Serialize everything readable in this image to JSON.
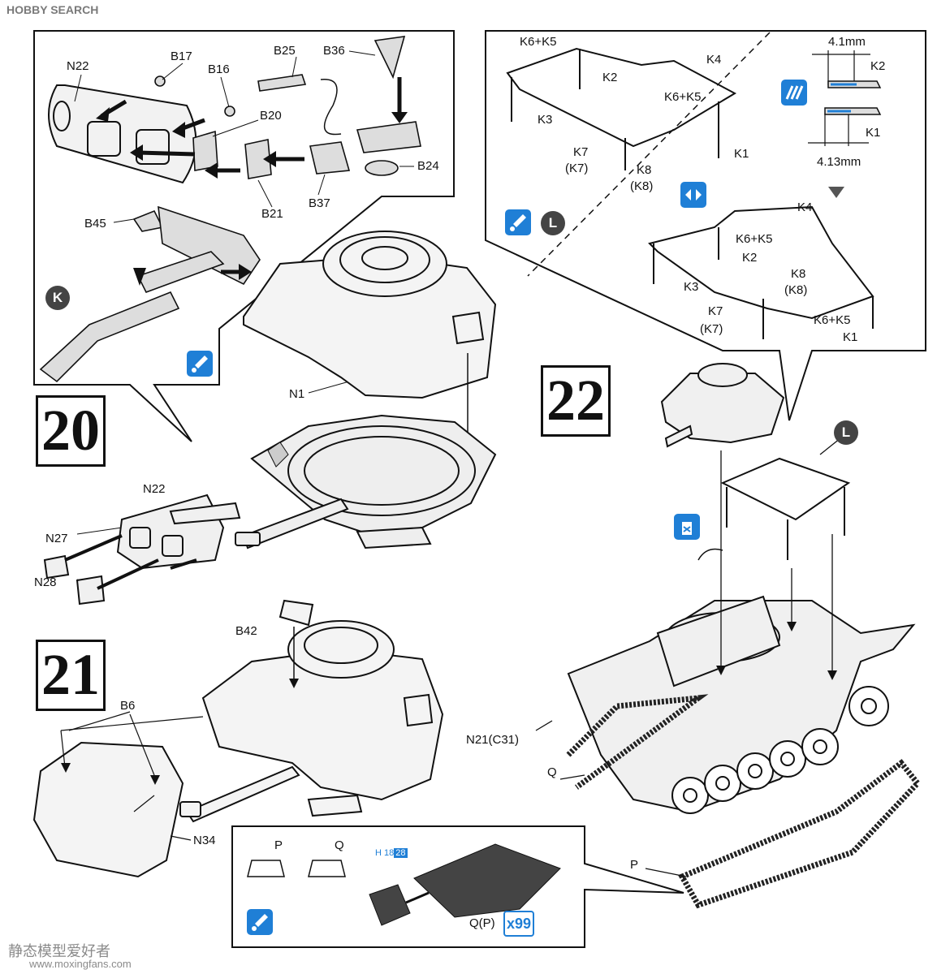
{
  "header": {
    "brand": "HOBBY SEARCH"
  },
  "steps": {
    "s20": "20",
    "s21": "21",
    "s22": "22"
  },
  "labels": {
    "n22_top": "N22",
    "b17": "B17",
    "b16": "B16",
    "b25": "B25",
    "b36": "B36",
    "b20": "B20",
    "b24": "B24",
    "b21": "B21",
    "b37": "B37",
    "b45": "B45",
    "n1": "N1",
    "n22": "N22",
    "n27": "N27",
    "n28": "N28",
    "b42": "B42",
    "b6": "B6",
    "n34": "N34",
    "k6k5_a": "K6+K5",
    "k4_a": "K4",
    "k2_a": "K2",
    "k6k5_b": "K6+K5",
    "k3_a": "K3",
    "k7_a": "K7",
    "k7p_a": "(K7)",
    "k8_a": "K8",
    "k8p_a": "(K8)",
    "k1_a": "K1",
    "dim1": "4.1mm",
    "k2_dim": "K2",
    "k1_dim": "K1",
    "dim2": "4.13mm",
    "k4_b": "K4",
    "k6k5_c": "K6+K5",
    "k2_b": "K2",
    "k8_b": "K8",
    "k8p_b": "(K8)",
    "k3_b": "K3",
    "k7_b": "K7",
    "k7p_b": "(K7)",
    "k6k5_d": "K6+K5",
    "k1_b": "K1",
    "n21": "N21(C31)",
    "q": "Q",
    "p": "P",
    "track_p": "P",
    "track_q": "Q",
    "track_qp": "Q(P)",
    "x99": "x99",
    "code_h": "H",
    "code_18": "18",
    "code_28": "28",
    "icon_k": "K",
    "icon_l1": "L",
    "icon_l2": "L"
  },
  "watermark": {
    "left": "静态模型爱好者",
    "url": "www.moxingfans.com"
  },
  "colors": {
    "accent": "#1f7fd6",
    "line": "#111111"
  }
}
